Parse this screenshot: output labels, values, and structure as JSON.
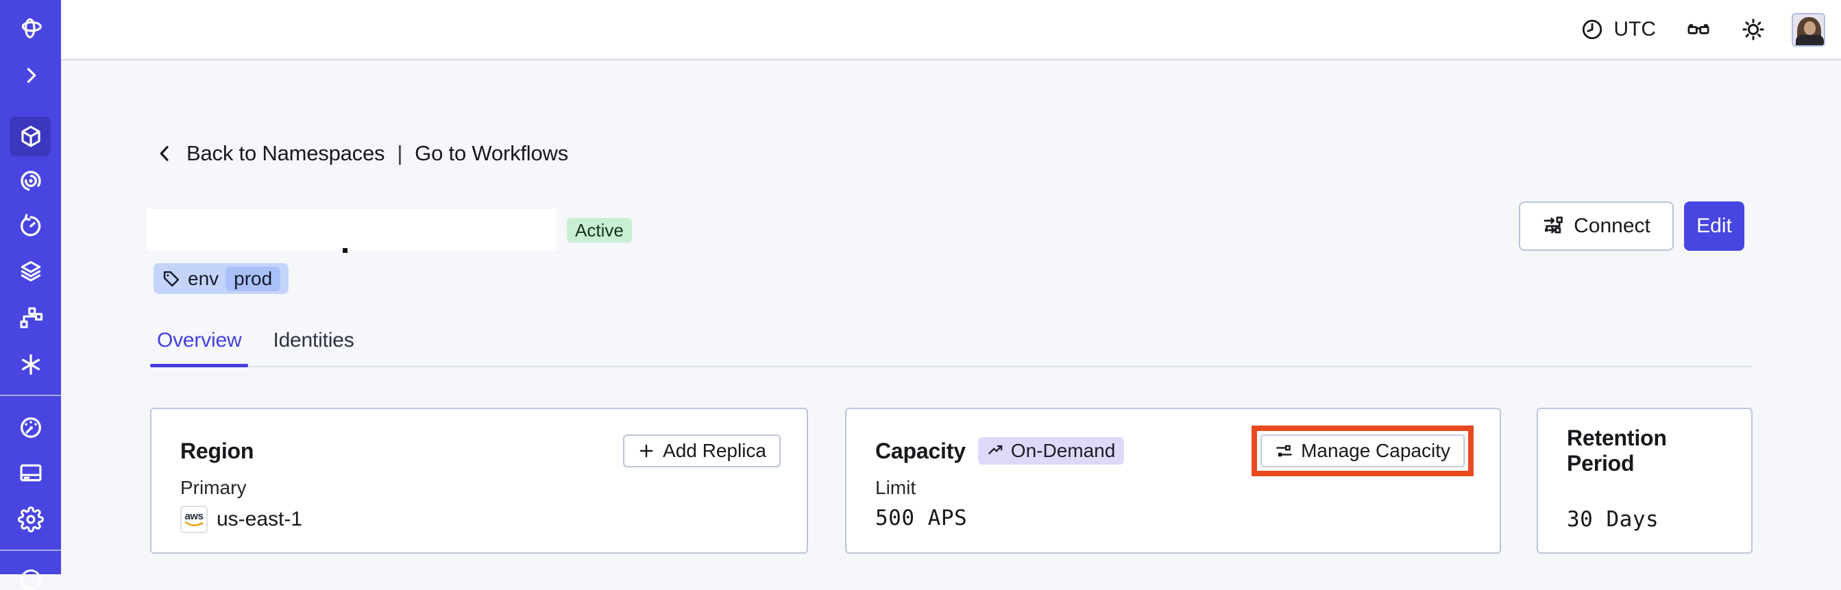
{
  "header": {
    "timezone": "UTC",
    "icons": [
      "clock-icon",
      "glasses-icon",
      "brightness-icon",
      "avatar"
    ]
  },
  "sidebar": {
    "active_item": "namespaces",
    "items": [
      "temporal-logo",
      "expand-chevron",
      "namespaces",
      "spiral-monitor",
      "schedules-timer",
      "layers",
      "deployments-branch",
      "asterisk",
      "usage-gauge",
      "billing-card",
      "settings-gear",
      "account-partial"
    ]
  },
  "breadcrumb": {
    "back": "Back to Namespaces",
    "separator": "|",
    "forward": "Go to Workflows"
  },
  "namespace": {
    "name_redacted": true,
    "status": "Active",
    "tag_key": "env",
    "tag_value": "prod"
  },
  "actions": {
    "connect": "Connect",
    "edit": "Edit"
  },
  "tabs": [
    {
      "label": "Overview",
      "active": true
    },
    {
      "label": "Identities",
      "active": false
    }
  ],
  "cards": {
    "region": {
      "title": "Region",
      "button": "Add Replica",
      "label": "Primary",
      "provider": "aws",
      "value": "us-east-1"
    },
    "capacity": {
      "title": "Capacity",
      "badge": "On-Demand",
      "button": "Manage Capacity",
      "button_highlighted": true,
      "label": "Limit",
      "value": "500 APS"
    },
    "retention": {
      "title": "Retention Period",
      "value": "30 Days"
    }
  },
  "colors": {
    "sidebar": "#4845e1",
    "sidebar_active": "#3b38bf",
    "accent": "#4540df",
    "highlight_box": "#e8491f",
    "status_active_bg": "#c8efd3",
    "tag_bg": "#c5d4fb",
    "tag_inner_bg": "#a9c1f8",
    "ondemand_badge_bg": "#ded9f9",
    "card_border": "#bcc5d9",
    "page_bg": "#f6f7fa"
  }
}
